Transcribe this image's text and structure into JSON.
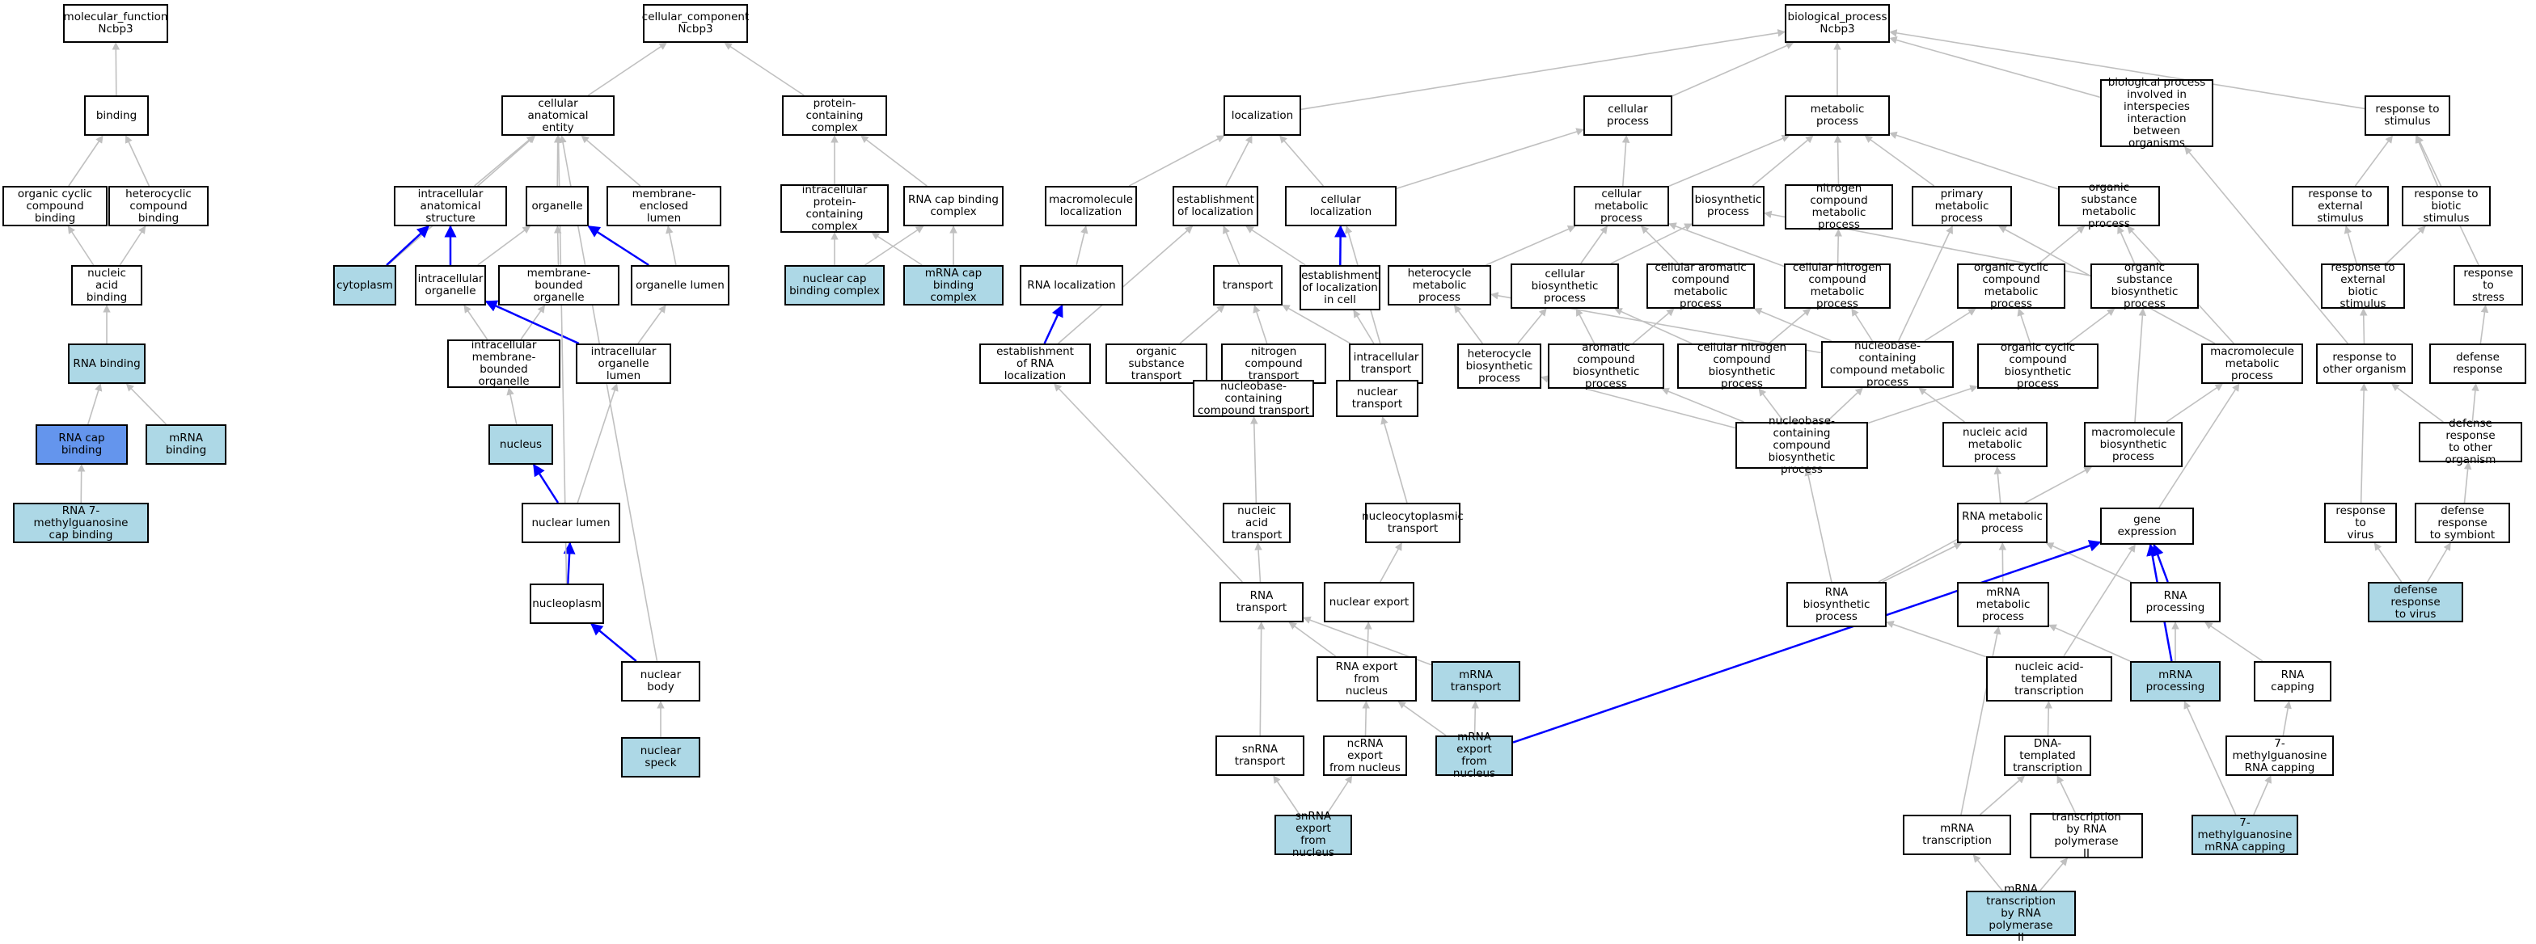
{
  "colors": {
    "highlight": "#add8e6",
    "selected": "#6495ed",
    "edge_grey": "#c0c0c0",
    "edge_blue": "#0000ff"
  },
  "nodes": {
    "mf": {
      "label": "molecular_function\nNcbp3"
    },
    "binding": {
      "label": "binding"
    },
    "ocb": {
      "label": "organic cyclic\ncompound binding"
    },
    "hcb": {
      "label": "heterocyclic\ncompound binding"
    },
    "nab": {
      "label": "nucleic acid\nbinding"
    },
    "rnab": {
      "label": "RNA binding",
      "hl": true
    },
    "rcb": {
      "label": "RNA cap binding",
      "sel": true
    },
    "mrnab": {
      "label": "mRNA binding",
      "hl": true
    },
    "r7m": {
      "label": "RNA 7-methylguanosine\ncap binding",
      "hl": true
    },
    "cc": {
      "label": "cellular_component\nNcbp3"
    },
    "cae": {
      "label": "cellular anatomical\nentity"
    },
    "pcc": {
      "label": "protein-containing\ncomplex"
    },
    "ias": {
      "label": "intracellular\nanatomical structure"
    },
    "org": {
      "label": "organelle"
    },
    "mel": {
      "label": "membrane-enclosed\nlumen"
    },
    "ipcc": {
      "label": "intracellular\nprotein-containing\ncomplex"
    },
    "rcbc": {
      "label": "RNA cap binding\ncomplex"
    },
    "cyto": {
      "label": "cytoplasm",
      "hl": true
    },
    "io": {
      "label": "intracellular\norganelle"
    },
    "mbo": {
      "label": "membrane-bounded\norganelle"
    },
    "ol": {
      "label": "organelle lumen"
    },
    "ncbc": {
      "label": "nuclear cap\nbinding complex",
      "hl": true
    },
    "mcbc": {
      "label": "mRNA cap binding\ncomplex",
      "hl": true
    },
    "imbo": {
      "label": "intracellular\nmembrane-bounded\norganelle"
    },
    "iol": {
      "label": "intracellular\norganelle lumen"
    },
    "nuc": {
      "label": "nucleus",
      "hl": true
    },
    "nl": {
      "label": "nuclear lumen"
    },
    "np": {
      "label": "nucleoplasm"
    },
    "nb": {
      "label": "nuclear body"
    },
    "ns": {
      "label": "nuclear speck",
      "hl": true
    },
    "bp": {
      "label": "biological_process\nNcbp3"
    },
    "loc": {
      "label": "localization"
    },
    "cp": {
      "label": "cellular process"
    },
    "mp": {
      "label": "metabolic process"
    },
    "bpii": {
      "label": "biological process\ninvolved in\ninterspecies\ninteraction\nbetween organisms"
    },
    "rts": {
      "label": "response to\nstimulus"
    },
    "ml": {
      "label": "macromolecule\nlocalization"
    },
    "eloc": {
      "label": "establishment\nof localization"
    },
    "cl": {
      "label": "cellular localization"
    },
    "cmp": {
      "label": "cellular metabolic\nprocess"
    },
    "bsp": {
      "label": "biosynthetic\nprocess"
    },
    "ncmp": {
      "label": "nitrogen compound\nmetabolic process"
    },
    "pmp": {
      "label": "primary metabolic\nprocess"
    },
    "osmp": {
      "label": "organic substance\nmetabolic process"
    },
    "rtes": {
      "label": "response to\nexternal stimulus"
    },
    "rtbs": {
      "label": "response to\nbiotic stimulus"
    },
    "rnaloc": {
      "label": "RNA localization"
    },
    "transport": {
      "label": "transport"
    },
    "elic": {
      "label": "establishment\nof localization\nin cell"
    },
    "hmp": {
      "label": "heterocycle\nmetabolic process"
    },
    "cbp": {
      "label": "cellular biosynthetic\nprocess"
    },
    "camp": {
      "label": "cellular aromatic\ncompound metabolic\nprocess"
    },
    "cncmp": {
      "label": "cellular nitrogen\ncompound metabolic\nprocess"
    },
    "occmp": {
      "label": "organic cyclic\ncompound metabolic\nprocess"
    },
    "osbp": {
      "label": "organic substance\nbiosynthetic\nprocess"
    },
    "rtebs": {
      "label": "response to\nexternal biotic\nstimulus"
    },
    "rtstress": {
      "label": "response to\nstress"
    },
    "erl": {
      "label": "establishment\nof RNA localization"
    },
    "ost": {
      "label": "organic substance\ntransport"
    },
    "nct": {
      "label": "nitrogen compound\ntransport"
    },
    "it": {
      "label": "intracellular\ntransport"
    },
    "hbp": {
      "label": "heterocycle\nbiosynthetic\nprocess"
    },
    "acbp": {
      "label": "aromatic compound\nbiosynthetic\nprocess"
    },
    "cncbp": {
      "label": "cellular nitrogen\ncompound biosynthetic\nprocess"
    },
    "nbccmp": {
      "label": "nucleobase-containing\ncompound metabolic\nprocess"
    },
    "occbp": {
      "label": "organic cyclic\ncompound biosynthetic\nprocess"
    },
    "mmp": {
      "label": "macromolecule\nmetabolic process"
    },
    "rtoo": {
      "label": "response to\nother organism"
    },
    "dr": {
      "label": "defense response"
    },
    "nbcct": {
      "label": "nucleobase-containing\ncompound transport"
    },
    "ntr": {
      "label": "nuclear transport"
    },
    "nbccbp": {
      "label": "nucleobase-containing\ncompound biosynthetic\nprocess"
    },
    "namp": {
      "label": "nucleic acid\nmetabolic process"
    },
    "mbp": {
      "label": "macromolecule\nbiosynthetic\nprocess"
    },
    "drtoo": {
      "label": "defense response\nto other organism"
    },
    "nat": {
      "label": "nucleic acid\ntransport"
    },
    "nctr": {
      "label": "nucleocytoplasmic\ntransport"
    },
    "rmp": {
      "label": "RNA metabolic\nprocess"
    },
    "ge": {
      "label": "gene expression"
    },
    "rtv": {
      "label": "response to\nvirus"
    },
    "drts": {
      "label": "defense response\nto symbiont"
    },
    "rnat": {
      "label": "RNA transport"
    },
    "nexp": {
      "label": "nuclear export"
    },
    "rnabp": {
      "label": "RNA biosynthetic\nprocess"
    },
    "mrmp": {
      "label": "mRNA metabolic\nprocess"
    },
    "rnaproc": {
      "label": "RNA processing"
    },
    "drtv": {
      "label": "defense response\nto virus",
      "hl": true
    },
    "refn": {
      "label": "RNA export from\nnucleus"
    },
    "mrnat": {
      "label": "mRNA transport",
      "hl": true
    },
    "natt": {
      "label": "nucleic acid-templated\ntranscription"
    },
    "mrnaproc": {
      "label": "mRNA processing",
      "hl": true
    },
    "rcap": {
      "label": "RNA capping"
    },
    "snt": {
      "label": "snRNA transport"
    },
    "ncexp": {
      "label": "ncRNA export\nfrom nucleus"
    },
    "mefn": {
      "label": "mRNA export\nfrom nucleus",
      "hl": true
    },
    "dtt": {
      "label": "DNA-templated\ntranscription"
    },
    "m7rc": {
      "label": "7-methylguanosine\nRNA capping"
    },
    "mrnatx": {
      "label": "mRNA transcription"
    },
    "trp2": {
      "label": "transcription\nby RNA polymerase\nII"
    },
    "snefn": {
      "label": "snRNA export\nfrom nucleus",
      "hl": true
    },
    "m7mc": {
      "label": "7-methylguanosine\nmRNA capping",
      "hl": true
    },
    "mtrp2": {
      "label": "mRNA transcription\nby RNA polymerase\nII",
      "hl": true
    }
  }
}
